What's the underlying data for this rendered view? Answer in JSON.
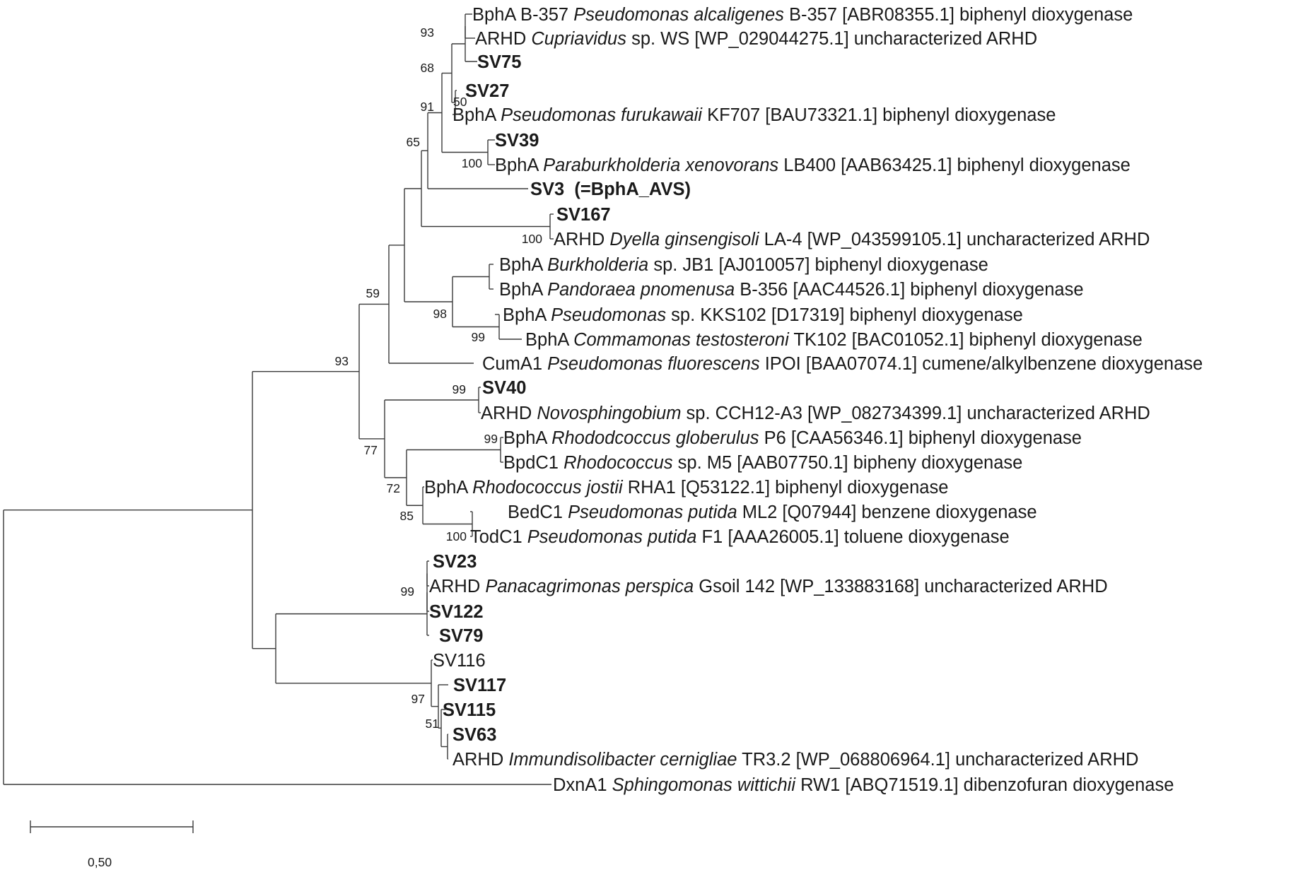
{
  "colors": {
    "branch": "#3a3a3a",
    "text": "#1a1a1a",
    "background": "#ffffff"
  },
  "leaves": [
    {
      "id": "L1",
      "segments": [
        {
          "t": "BphA B-357 "
        },
        {
          "t": "Pseudomonas alcaligenes",
          "i": true
        },
        {
          "t": " B-357 [ABR08355.1] biphenyl dioxygenase"
        }
      ]
    },
    {
      "id": "L2",
      "segments": [
        {
          "t": "ARHD "
        },
        {
          "t": "Cupriavidus",
          "i": true
        },
        {
          "t": " sp. WS [WP_029044275.1] uncharacterized ARHD"
        }
      ]
    },
    {
      "id": "L3",
      "bold": true,
      "segments": [
        {
          "t": "SV75"
        }
      ]
    },
    {
      "id": "L4",
      "bold": true,
      "segments": [
        {
          "t": "SV27"
        }
      ]
    },
    {
      "id": "L5",
      "segments": [
        {
          "t": "BphA "
        },
        {
          "t": "Pseudomonas furukawaii",
          "i": true
        },
        {
          "t": " KF707 [BAU73321.1] biphenyl dioxygenase"
        }
      ]
    },
    {
      "id": "L6",
      "bold": true,
      "segments": [
        {
          "t": "SV39"
        }
      ]
    },
    {
      "id": "L7",
      "segments": [
        {
          "t": "BphA "
        },
        {
          "t": "Paraburkholderia xenovorans",
          "i": true
        },
        {
          "t": " LB400 [AAB63425.1] biphenyl dioxygenase"
        }
      ]
    },
    {
      "id": "L8",
      "bold": true,
      "segments": [
        {
          "t": "SV3  (=BphA_AVS)"
        }
      ]
    },
    {
      "id": "L9",
      "bold": true,
      "segments": [
        {
          "t": "SV167"
        }
      ]
    },
    {
      "id": "L10",
      "segments": [
        {
          "t": "ARHD "
        },
        {
          "t": "Dyella ginsengisoli",
          "i": true
        },
        {
          "t": " LA-4 [WP_043599105.1] uncharacterized ARHD"
        }
      ]
    },
    {
      "id": "L11",
      "segments": [
        {
          "t": "BphA "
        },
        {
          "t": "Burkholderia",
          "i": true
        },
        {
          "t": " sp. JB1 [AJ010057] biphenyl dioxygenase"
        }
      ]
    },
    {
      "id": "L12",
      "segments": [
        {
          "t": "BphA "
        },
        {
          "t": "Pandoraea pnomenusa",
          "i": true
        },
        {
          "t": " B-356 [AAC44526.1] biphenyl dioxygenase"
        }
      ]
    },
    {
      "id": "L13",
      "segments": [
        {
          "t": "BphA "
        },
        {
          "t": "Pseudomonas",
          "i": true
        },
        {
          "t": " sp. KKS102 [D17319] biphenyl dioxygenase"
        }
      ]
    },
    {
      "id": "L14",
      "segments": [
        {
          "t": "BphA "
        },
        {
          "t": "Commamonas testosteroni",
          "i": true
        },
        {
          "t": " TK102 [BAC01052.1] biphenyl dioxygenase"
        }
      ]
    },
    {
      "id": "L15",
      "segments": [
        {
          "t": "CumA1 "
        },
        {
          "t": "Pseudomonas fluorescens",
          "i": true
        },
        {
          "t": " IPOI [BAA07074.1] cumene/alkylbenzene dioxygenase"
        }
      ]
    },
    {
      "id": "L16",
      "bold": true,
      "segments": [
        {
          "t": "SV40"
        }
      ]
    },
    {
      "id": "L17",
      "segments": [
        {
          "t": "ARHD "
        },
        {
          "t": "Novosphingobium",
          "i": true
        },
        {
          "t": " sp. CCH12-A3 [WP_082734399.1] uncharacterized ARHD"
        }
      ]
    },
    {
      "id": "L18",
      "segments": [
        {
          "t": "BphA "
        },
        {
          "t": "Rhododcoccus globerulus",
          "i": true
        },
        {
          "t": " P6 [CAA56346.1] biphenyl dioxygenase"
        }
      ]
    },
    {
      "id": "L19",
      "segments": [
        {
          "t": "BpdC1 "
        },
        {
          "t": "Rhodococcus",
          "i": true
        },
        {
          "t": " sp. M5 [AAB07750.1] bipheny dioxygenase"
        }
      ]
    },
    {
      "id": "L20",
      "segments": [
        {
          "t": "BphA "
        },
        {
          "t": "Rhodococcus jostii",
          "i": true
        },
        {
          "t": " RHA1 [Q53122.1] biphenyl dioxygenase"
        }
      ]
    },
    {
      "id": "L21",
      "segments": [
        {
          "t": "BedC1 "
        },
        {
          "t": "Pseudomonas putida",
          "i": true
        },
        {
          "t": " ML2 [Q07944] benzene dioxygenase"
        }
      ]
    },
    {
      "id": "L22",
      "segments": [
        {
          "t": "TodC1 "
        },
        {
          "t": "Pseudomonas putida",
          "i": true
        },
        {
          "t": " F1 [AAA26005.1] toluene dioxygenase"
        }
      ]
    },
    {
      "id": "L23",
      "bold": true,
      "segments": [
        {
          "t": "SV23"
        }
      ]
    },
    {
      "id": "L24",
      "segments": [
        {
          "t": "ARHD "
        },
        {
          "t": "Panacagrimonas perspica",
          "i": true
        },
        {
          "t": " Gsoil 142 [WP_133883168] uncharacterized ARHD"
        }
      ]
    },
    {
      "id": "L25",
      "bold": true,
      "segments": [
        {
          "t": "SV122"
        }
      ]
    },
    {
      "id": "L26",
      "bold": true,
      "segments": [
        {
          "t": "SV79"
        }
      ]
    },
    {
      "id": "L27",
      "segments": [
        {
          "t": "SV116"
        }
      ]
    },
    {
      "id": "L28",
      "bold": true,
      "segments": [
        {
          "t": "SV117"
        }
      ]
    },
    {
      "id": "L29",
      "bold": true,
      "segments": [
        {
          "t": "SV115"
        }
      ]
    },
    {
      "id": "L30",
      "bold": true,
      "segments": [
        {
          "t": "SV63"
        }
      ]
    },
    {
      "id": "L31",
      "segments": [
        {
          "t": "ARHD "
        },
        {
          "t": "Immundisolibacter cernigliae",
          "i": true
        },
        {
          "t": " TR3.2 [WP_068806964.1] uncharacterized ARHD"
        }
      ]
    },
    {
      "id": "L32",
      "segments": [
        {
          "t": "DxnA1 "
        },
        {
          "t": "Sphingomonas wittichii",
          "i": true
        },
        {
          "t": " RW1 [ABQ71519.1] dibenzofuran dioxygenase"
        }
      ]
    }
  ],
  "bootstrap": [
    "93",
    "68",
    "50",
    "91",
    "100",
    "65",
    "100",
    "59",
    "98",
    "99",
    "93",
    "99",
    "77",
    "99",
    "72",
    "85",
    "100",
    "99",
    "97",
    "51"
  ],
  "scale_bar": {
    "label": "0,50",
    "value": 0.5
  }
}
